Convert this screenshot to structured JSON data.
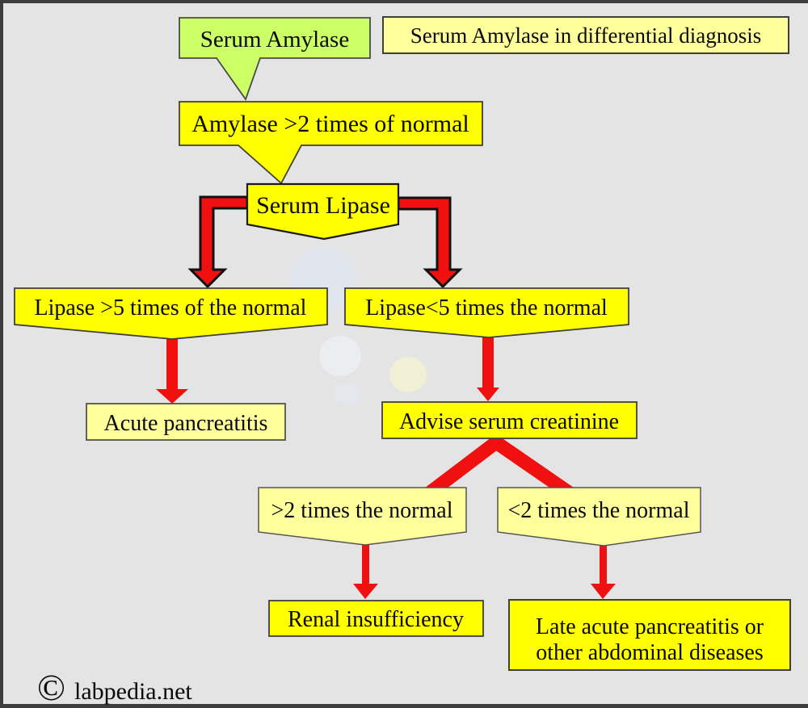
{
  "header": {
    "title": "Serum Amylase in differential diagnosis"
  },
  "nodes": {
    "serum_amylase": "Serum Amylase",
    "amylase_gt2": "Amylase >2 times of normal",
    "serum_lipase": "Serum Lipase",
    "lipase_gt5": "Lipase >5 times of the normal",
    "lipase_lt5": "Lipase<5 times the normal",
    "acute_pancreatitis": "Acute pancreatitis",
    "advise_creatinine": "Advise serum creatinine",
    "creatinine_gt2": ">2 times the normal",
    "creatinine_lt2": "<2 times the normal",
    "renal_insufficiency": "Renal insufficiency",
    "late_acute_line1": "Late acute pancreatitis or",
    "late_acute_line2": "other abdominal diseases"
  },
  "footer": {
    "copyright": "©",
    "site": "labpedia.net"
  },
  "colors": {
    "background": "#e4e4e4",
    "bright_yellow": "#ffff00",
    "pale_yellow": "#ffff9c",
    "green": "#ccff66",
    "arrow_red": "#f01010",
    "box_border": "#3f3f3f",
    "arrow_outline": "#111111"
  }
}
